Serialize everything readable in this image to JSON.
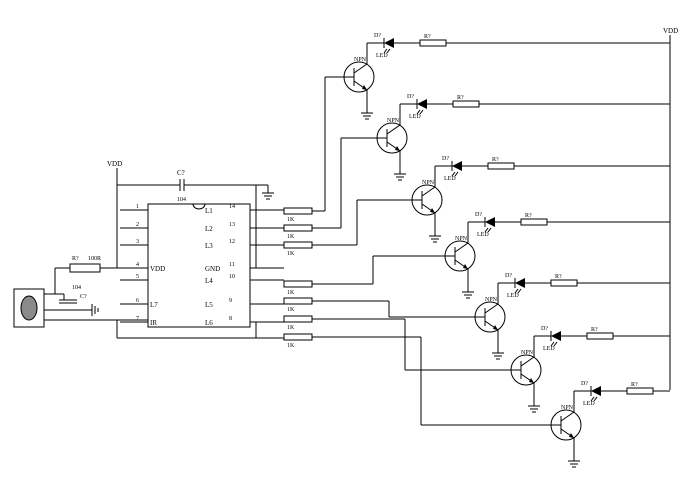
{
  "vdd_left": "VDD",
  "vdd_right": "VDD",
  "ic": {
    "cap_top": {
      "ref": "C?",
      "value": "104"
    },
    "left_pins": [
      "1",
      "2",
      "3",
      "4",
      "5",
      "6",
      "7"
    ],
    "right_pins": [
      "14",
      "13",
      "12",
      "11",
      "10",
      "9",
      "8"
    ],
    "left_labels": [
      "",
      "",
      "",
      "VDD",
      "",
      "L7",
      "IR"
    ],
    "right_labels": [
      "L1",
      "L2",
      "L3",
      "GND",
      "L4",
      "L5",
      "L6"
    ]
  },
  "input": {
    "res_ref": "R?",
    "res_value": "100R",
    "cap_value": "104",
    "cap_ref": "C?"
  },
  "base_res_label": "1K",
  "stages": [
    {
      "npn": "NPN",
      "diode": "D?",
      "led": "LED",
      "res": "R?"
    },
    {
      "npn": "NPN",
      "diode": "D?",
      "led": "LED",
      "res": "R?"
    },
    {
      "npn": "NPN",
      "diode": "D?",
      "led": "LED",
      "res": "R?"
    },
    {
      "npn": "NPN",
      "diode": "D?",
      "led": "LED",
      "res": "R?"
    },
    {
      "npn": "NPN",
      "diode": "D?",
      "led": "LED",
      "res": "R?"
    },
    {
      "npn": "NPN",
      "diode": "D?",
      "led": "LED",
      "res": "R?"
    },
    {
      "npn": "NPN",
      "diode": "D?",
      "led": "LED",
      "res": "R?"
    }
  ]
}
